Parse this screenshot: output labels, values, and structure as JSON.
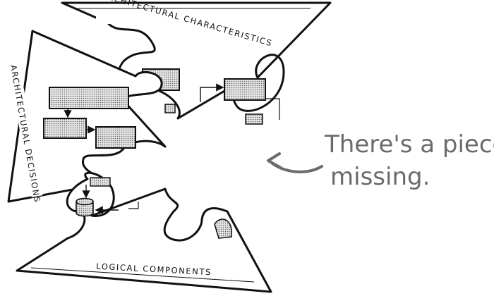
{
  "diagram": {
    "pieces": {
      "top": {
        "label": "ARCHITECTURAL CHARACTERISTICS"
      },
      "left": {
        "label": "ARCHITECTURAL DECISIONS"
      },
      "bottom": {
        "label": "LOGICAL COMPONENTS"
      }
    },
    "annotation": {
      "line1": "There's a piece",
      "line2": "missing."
    },
    "colors": {
      "ink": "#111111",
      "hatch": "#c9c9c9",
      "annotation": "#6b6b6b"
    }
  }
}
